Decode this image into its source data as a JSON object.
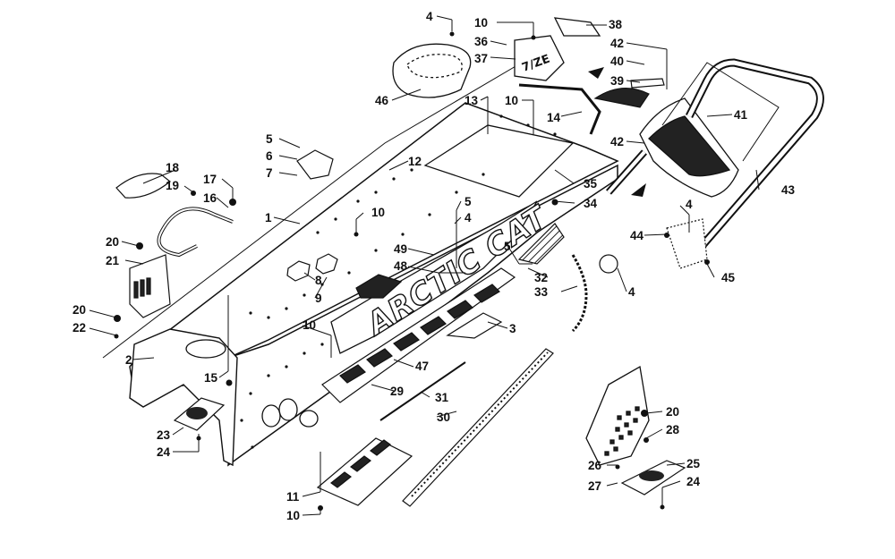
{
  "diagram": {
    "brand_text": "ARCTIC CAT",
    "rail_text": "ARCTIC",
    "callouts": [
      {
        "id": "c4a",
        "text": "4"
      },
      {
        "id": "c10a",
        "text": "10"
      },
      {
        "id": "c38",
        "text": "38"
      },
      {
        "id": "c36",
        "text": "36"
      },
      {
        "id": "c37",
        "text": "37"
      },
      {
        "id": "c42a",
        "text": "42"
      },
      {
        "id": "c40",
        "text": "40"
      },
      {
        "id": "c39",
        "text": "39"
      },
      {
        "id": "c46",
        "text": "46"
      },
      {
        "id": "c13",
        "text": "13"
      },
      {
        "id": "c10b",
        "text": "10"
      },
      {
        "id": "c14",
        "text": "14"
      },
      {
        "id": "c41",
        "text": "41"
      },
      {
        "id": "c42b",
        "text": "42"
      },
      {
        "id": "c5a",
        "text": "5"
      },
      {
        "id": "c6",
        "text": "6"
      },
      {
        "id": "c7",
        "text": "7"
      },
      {
        "id": "c12",
        "text": "12"
      },
      {
        "id": "c18",
        "text": "18"
      },
      {
        "id": "c19",
        "text": "19"
      },
      {
        "id": "c17",
        "text": "17"
      },
      {
        "id": "c16",
        "text": "16"
      },
      {
        "id": "c1",
        "text": "1"
      },
      {
        "id": "c35",
        "text": "35"
      },
      {
        "id": "c43",
        "text": "43"
      },
      {
        "id": "c5b",
        "text": "5"
      },
      {
        "id": "c4b",
        "text": "4"
      },
      {
        "id": "c34",
        "text": "34"
      },
      {
        "id": "c10c",
        "text": "10"
      },
      {
        "id": "c4c",
        "text": "4"
      },
      {
        "id": "c44",
        "text": "44"
      },
      {
        "id": "c20a",
        "text": "20"
      },
      {
        "id": "c21",
        "text": "21"
      },
      {
        "id": "c49",
        "text": "49"
      },
      {
        "id": "c5c",
        "text": "5"
      },
      {
        "id": "c48",
        "text": "48"
      },
      {
        "id": "c32",
        "text": "32"
      },
      {
        "id": "c45",
        "text": "45"
      },
      {
        "id": "c8",
        "text": "8"
      },
      {
        "id": "c9",
        "text": "9"
      },
      {
        "id": "c33",
        "text": "33"
      },
      {
        "id": "c4d",
        "text": "4"
      },
      {
        "id": "c20b",
        "text": "20"
      },
      {
        "id": "c22",
        "text": "22"
      },
      {
        "id": "c10d",
        "text": "10"
      },
      {
        "id": "c3",
        "text": "3"
      },
      {
        "id": "c2",
        "text": "2"
      },
      {
        "id": "c47",
        "text": "47"
      },
      {
        "id": "c15",
        "text": "15"
      },
      {
        "id": "c29",
        "text": "29"
      },
      {
        "id": "c31",
        "text": "31"
      },
      {
        "id": "c23",
        "text": "23"
      },
      {
        "id": "c24a",
        "text": "24"
      },
      {
        "id": "c30",
        "text": "30"
      },
      {
        "id": "c20c",
        "text": "20"
      },
      {
        "id": "c28",
        "text": "28"
      },
      {
        "id": "c25",
        "text": "25"
      },
      {
        "id": "c26",
        "text": "26"
      },
      {
        "id": "c27",
        "text": "27"
      },
      {
        "id": "c24b",
        "text": "24"
      },
      {
        "id": "c11",
        "text": "11"
      },
      {
        "id": "c10e",
        "text": "10"
      }
    ]
  }
}
